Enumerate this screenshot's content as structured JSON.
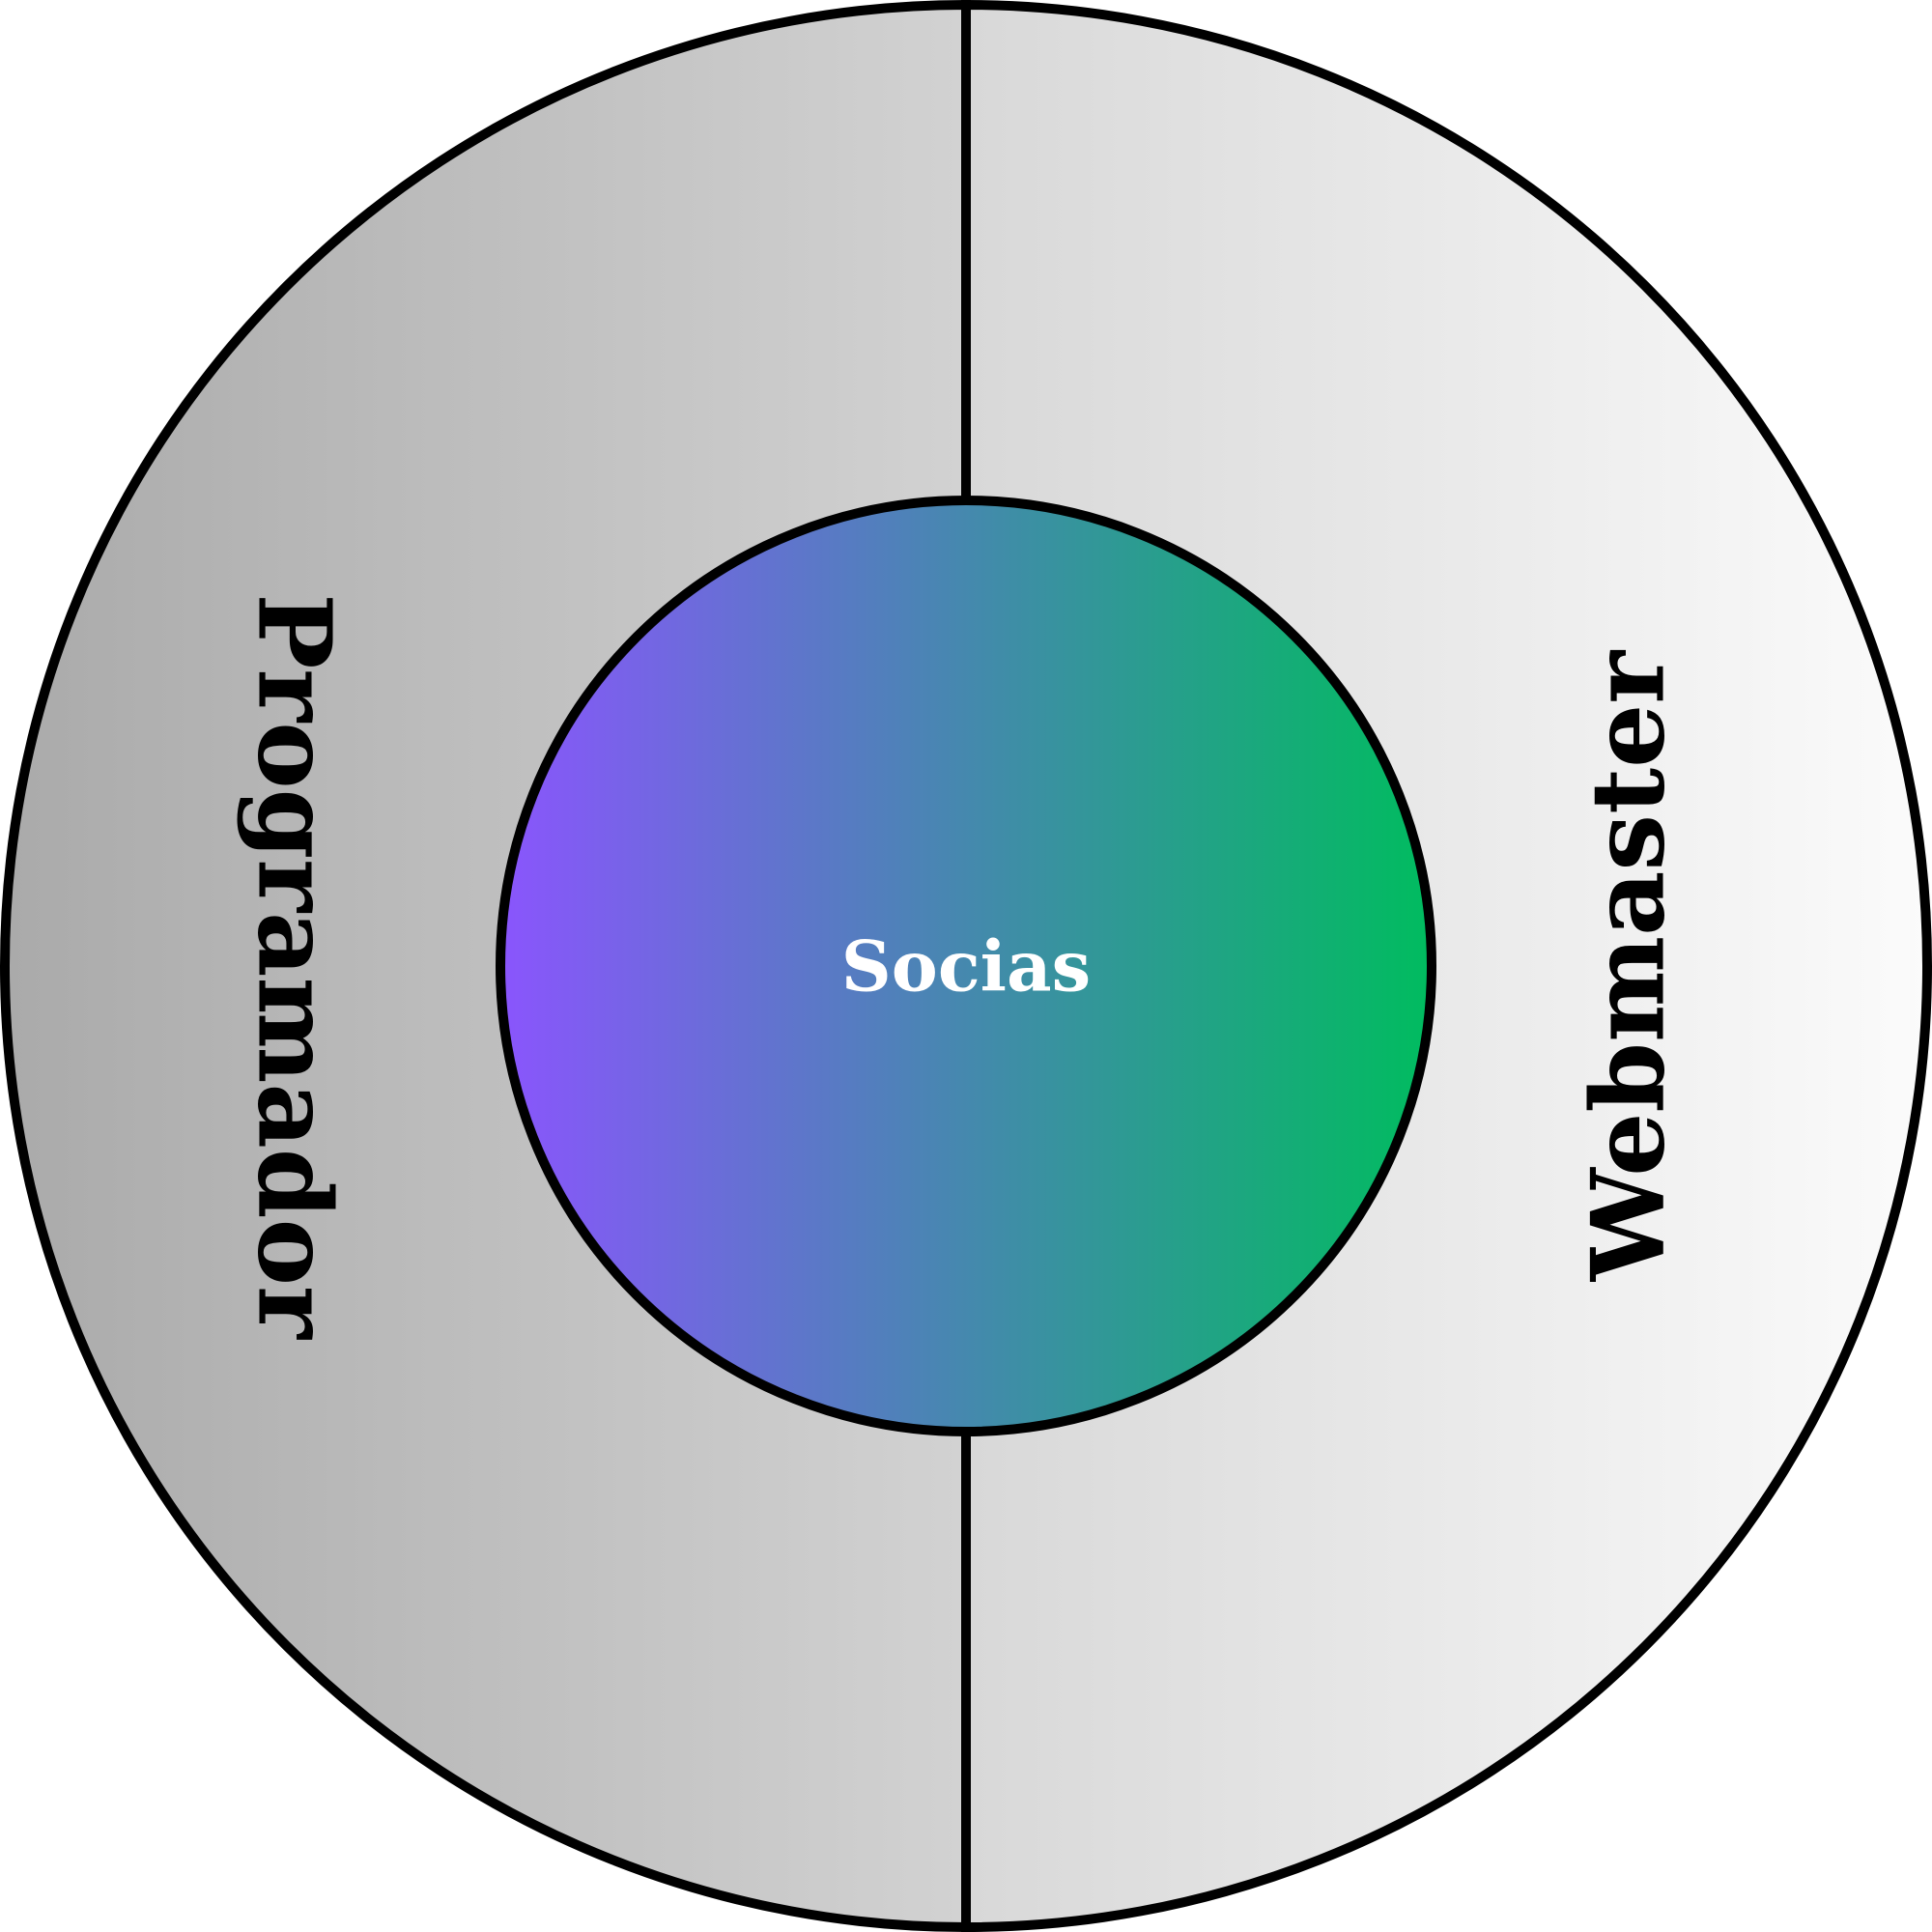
{
  "diagram": {
    "center": {
      "label": "Socias",
      "gradient_start": "#8a55fd",
      "gradient_end": "#00bc5f"
    },
    "segments": [
      {
        "label": "Programador",
        "fill_start": "#aaaaaa",
        "fill_end": "#d2d2d2"
      },
      {
        "label": "Webmaster",
        "fill_start": "#d8d8d8",
        "fill_end": "#fbfbfb"
      }
    ],
    "stroke_color": "#000000"
  }
}
